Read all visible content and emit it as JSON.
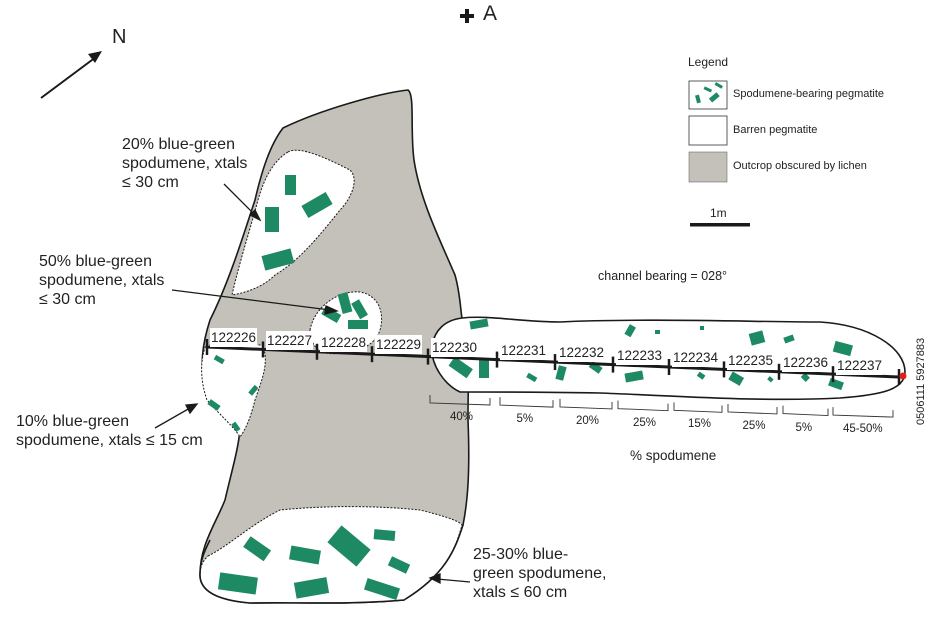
{
  "colors": {
    "spodumene": "#1e8a63",
    "lichen": "#c4c1bb",
    "barren": "#ffffff",
    "outline": "#1a1a1a",
    "sample_point": "#e02020"
  },
  "north_arrow": {
    "label": "N",
    "icon": "north-arrow-icon"
  },
  "reference_point": {
    "label": "A",
    "icon": "cross-marker-icon"
  },
  "legend": {
    "title": "Legend",
    "items": [
      {
        "label": "Spodumene-bearing pegmatite",
        "swatch": "spodumene-pattern"
      },
      {
        "label": "Barren pegmatite",
        "swatch": "white"
      },
      {
        "label": "Outcrop obscured by lichen",
        "swatch": "grey"
      }
    ],
    "scale_label": "1m"
  },
  "channel_bearing": "channel bearing = 028°",
  "coordinates": "0506111 5927883",
  "annotations": [
    {
      "line1": "20% blue-green",
      "line2": "spodumene, xtals",
      "line3": "≤ 30 cm"
    },
    {
      "line1": "50% blue-green",
      "line2": "spodumene, xtals",
      "line3": "≤ 30 cm"
    },
    {
      "line1": "10% blue-green",
      "line2": "spodumene, xtals ≤ 15 cm"
    },
    {
      "line1": "25-30% blue-",
      "line2": "green spodumene,",
      "line3": "xtals ≤ 60 cm"
    }
  ],
  "channel_samples": [
    "122226",
    "122227",
    "122228",
    "122229",
    "122230",
    "122231",
    "122232",
    "122233",
    "122234",
    "122235",
    "122236",
    "122237"
  ],
  "spodumene_percent": {
    "axis_label": "% spodumene",
    "values": [
      "40%",
      "5%",
      "20%",
      "25%",
      "15%",
      "25%",
      "5%",
      "45-50%"
    ]
  }
}
